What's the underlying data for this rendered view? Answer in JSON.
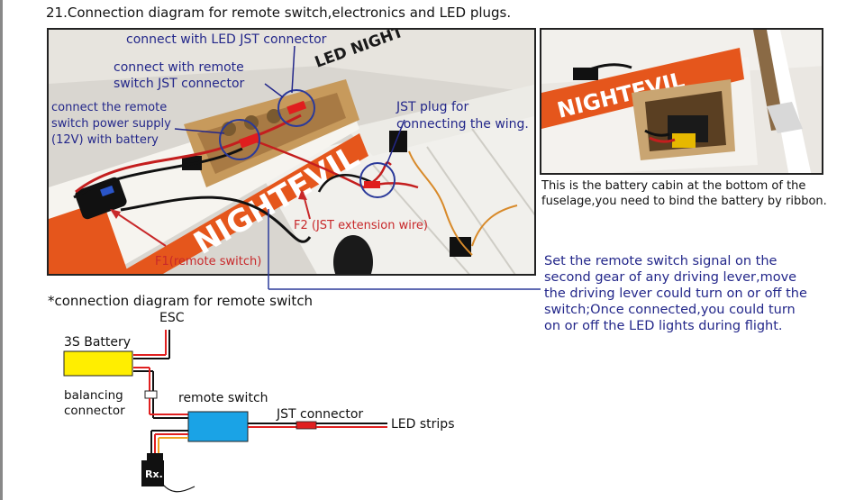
{
  "page": {
    "heading": "21.Connection diagram for remote switch,electronics and LED plugs."
  },
  "main_photo": {
    "label_led_jst": "connect with LED JST connector",
    "label_remote_jst_line1": "connect with remote",
    "label_remote_jst_line2": "switch JST connector",
    "label_power_line1": "connect the remote",
    "label_power_line2": "switch power supply",
    "label_power_line3": "(12V) with battery",
    "label_wing_line1": "JST plug for",
    "label_wing_line2": "connecting the wing.",
    "label_f2": "F2 (JST extension wire)",
    "label_f1": "F1(remote switch)",
    "decal_text_top": "LED NIGHT",
    "decal_text_side": "NIGHTEVIL"
  },
  "side_photo": {
    "decal_text": "NIGHTEVIL",
    "caption_line1": "This is the battery cabin at the bottom of the",
    "caption_line2": "fuselage,you need to bind the battery by ribbon."
  },
  "note": {
    "line1": "Set the remote switch signal on the",
    "line2": "second gear of any driving lever,move",
    "line3": "the driving lever could turn on or off the",
    "line4": "switch;Once connected,you could turn",
    "line5": "on or off the LED lights during flight."
  },
  "diagram": {
    "title": "*connection diagram for remote switch",
    "esc": "ESC",
    "battery": "3S Battery",
    "balancing_line1": "balancing",
    "balancing_line2": "connector",
    "remote_switch": "remote switch",
    "jst_connector": "JST connector",
    "led_strips": "LED strips",
    "rx": "Rx.",
    "colors": {
      "battery": "#ffee00",
      "remote_switch": "#1aa3e6",
      "wire_red": "#e02020",
      "wire_black": "#111111",
      "wire_orange": "#f0a020",
      "label_blue": "#23278a",
      "label_red": "#c8282a"
    }
  }
}
